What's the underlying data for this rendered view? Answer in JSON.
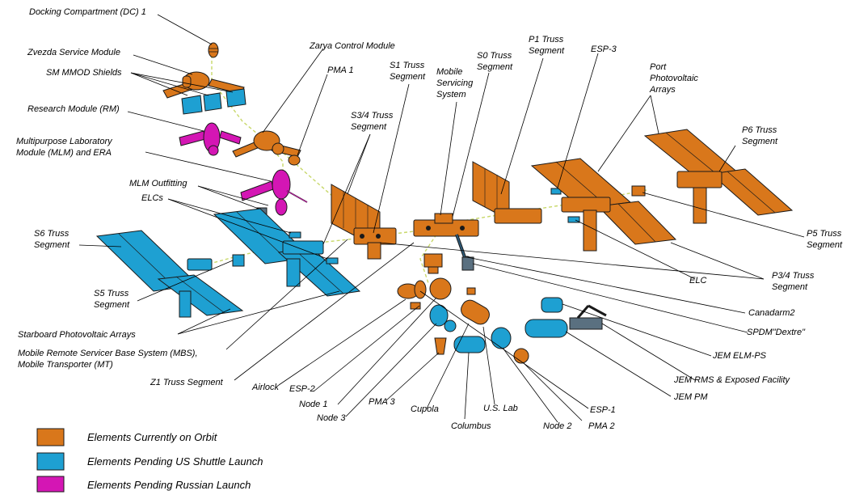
{
  "labels": {
    "dc1": "Docking Compartment (DC) 1",
    "zvezda": "Zvezda Service Module",
    "sm_mmod": "SM MMOD Shields",
    "zarya": "Zarya Control Module",
    "pma1": "PMA 1",
    "rm": "Research Module (RM)",
    "mlm_line1": "Multipurpose Laboratory",
    "mlm_line2": "Module (MLM) and ERA",
    "mlm_outfitting": "MLM Outfitting",
    "elcs": "ELCs",
    "s6_line1": "S6 Truss",
    "s6_line2": "Segment",
    "s5_line1": "S5 Truss",
    "s5_line2": "Segment",
    "starboard_pv": "Starboard Photovoltaic Arrays",
    "mbs_line1": "Mobile Remote Servicer Base System (MBS),",
    "mbs_line2": "Mobile Transporter (MT)",
    "z1": "Z1 Truss Segment",
    "airlock": "Airlock",
    "esp2": "ESP-2",
    "node1": "Node 1",
    "node3": "Node 3",
    "pma3": "PMA 3",
    "cupola": "Cupola",
    "columbus": "Columbus",
    "uslab": "U.S. Lab",
    "node2": "Node 2",
    "pma2": "PMA 2",
    "esp1": "ESP-1",
    "jem_pm": "JEM PM",
    "jem_rms": "JEM RMS & Exposed Facility",
    "jem_elm": "JEM ELM-PS",
    "spdm": "SPDM\"Dextre\"",
    "canadarm2": "Canadarm2",
    "p34_line1": "P3/4 Truss",
    "p34_line2": "Segment",
    "elc": "ELC",
    "p5_line1": "P5 Truss",
    "p5_line2": "Segment",
    "p6_line1": "P6 Truss",
    "p6_line2": "Segment",
    "port_pv_line1": "Port",
    "port_pv_line2": "Photovoltaic",
    "port_pv_line3": "Arrays",
    "esp3": "ESP-3",
    "p1_line1": "P1 Truss",
    "p1_line2": "Segment",
    "s0_line1": "S0 Truss",
    "s0_line2": "Segment",
    "mss_line1": "Mobile",
    "mss_line2": "Servicing",
    "mss_line3": "System",
    "s1_line1": "S1 Truss",
    "s1_line2": "Segment",
    "s34_line1": "S3/4 Truss",
    "s34_line2": "Segment"
  },
  "legend": [
    {
      "label": "Elements Currently on Orbit",
      "color": "#d9771b"
    },
    {
      "label": "Elements Pending US Shuttle Launch",
      "color": "#1ea0d2"
    },
    {
      "label": "Elements Pending Russian Launch",
      "color": "#d416b4"
    }
  ]
}
